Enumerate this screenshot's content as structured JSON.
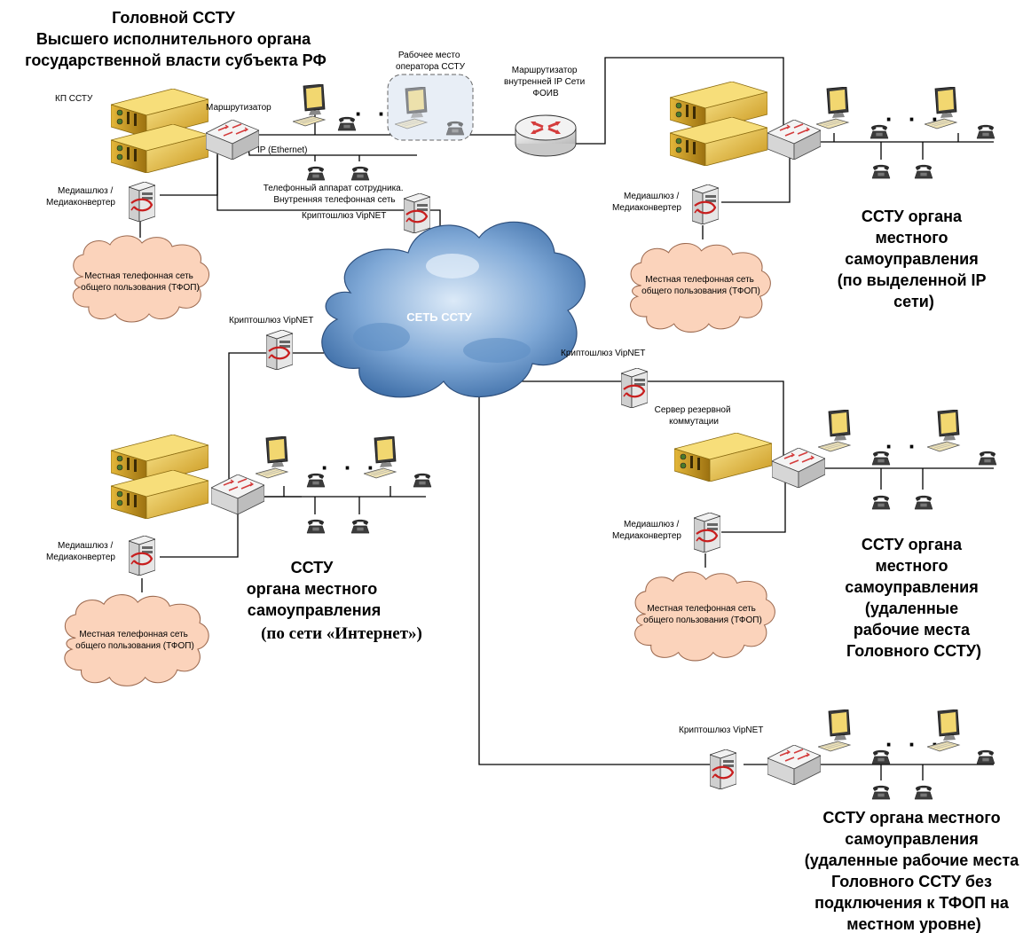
{
  "head": {
    "title_lines": [
      "Головной ССТУ",
      "Высшего исполнительного органа",
      "государственной власти субъекта РФ"
    ],
    "kp_label": "КП ССТУ",
    "router_label": "Маршрутизатор",
    "ip_label": "IP (Ethernet)",
    "phone_label_lines": [
      "Телефонный аппарат сотрудника.",
      "Внутренняя телефонная сеть"
    ],
    "operator_label_lines": [
      "Рабочее место",
      "оператора ССТУ"
    ],
    "foiv_router_lines": [
      "Маршрутизатор",
      "внутренней IP Сети",
      "ФОИВ"
    ],
    "mediagw_lines": [
      "Медиашлюз /",
      "Медиаконвертер"
    ],
    "crypto_label": "Криптошлюз VipNET",
    "pstn_lines": [
      "Местная телефонная сеть",
      "общего пользования (ТФОП)"
    ]
  },
  "cloud": {
    "label": "СЕТЬ ССТУ"
  },
  "site_ip": {
    "title_lines": [
      "ССТУ органа",
      "местного",
      "самоуправления",
      "(по выделенной IP",
      "сети)"
    ],
    "mediagw_lines": [
      "Медиашлюз /",
      "Медиаконвертер"
    ],
    "pstn_lines": [
      "Местная телефонная сеть",
      "общего пользования (ТФОП)"
    ]
  },
  "site_internet": {
    "title_lines": [
      "ССТУ",
      "органа местного",
      "самоуправления",
      "(по сети «Интернет»)"
    ],
    "crypto_label": "Криптошлюз VipNET",
    "mediagw_lines": [
      "Медиашлюз /",
      "Медиаконвертер"
    ],
    "pstn_lines": [
      "Местная телефонная сеть",
      "общего пользования (ТФОП)"
    ]
  },
  "site_remote": {
    "title_lines": [
      "ССТУ органа",
      "местного",
      "самоуправления",
      "(удаленные",
      "рабочие места",
      "Головного ССТУ)"
    ],
    "crypto_label": "Криптошлюз VipNET",
    "backup_server_lines": [
      "Сервер резервной",
      "коммутации"
    ],
    "mediagw_lines": [
      "Медиашлюз /",
      "Медиаконвертер"
    ],
    "pstn_lines": [
      "Местная телефонная сеть",
      "общего пользования (ТФОП)"
    ]
  },
  "site_remote_nopstn": {
    "title_lines": [
      "ССТУ органа местного",
      "самоуправления",
      "(удаленные рабочие места",
      "Головного ССТУ без",
      "подключения к ТФОП на",
      "местном уровне)"
    ],
    "crypto_label": "Криптошлюз VipNET"
  },
  "dots": "· · ·",
  "colors": {
    "server_gold": "#d9ad25",
    "server_light": "#f5dc7a",
    "cloud_pink": "#fcd9c2",
    "cloud_blue": "#6f9fd1",
    "router_red": "#d43c3c"
  }
}
